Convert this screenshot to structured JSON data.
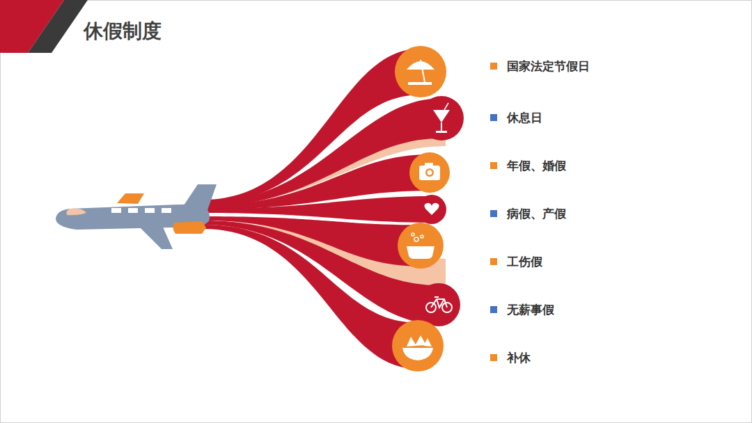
{
  "diagram": {
    "title": "休假制度",
    "labels": [
      "国家法定节假日",
      "休息日",
      "年假、婚假",
      "病假、产假",
      "工伤假",
      "无薪事假",
      "补休"
    ]
  }
}
